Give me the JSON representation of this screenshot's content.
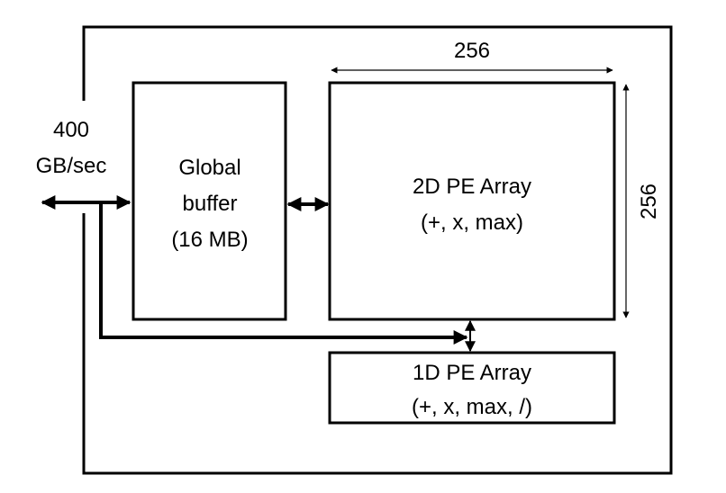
{
  "bandwidth": {
    "line1": "400",
    "line2": "GB/sec"
  },
  "global_buffer": {
    "line1": "Global",
    "line2": "buffer",
    "line3": "(16 MB)"
  },
  "pe_array_2d": {
    "line1": "2D PE Array",
    "line2": "(+, x, max)",
    "width_label": "256",
    "height_label": "256"
  },
  "pe_array_1d": {
    "line1": "1D PE Array",
    "line2": "(+, x, max, /)"
  }
}
